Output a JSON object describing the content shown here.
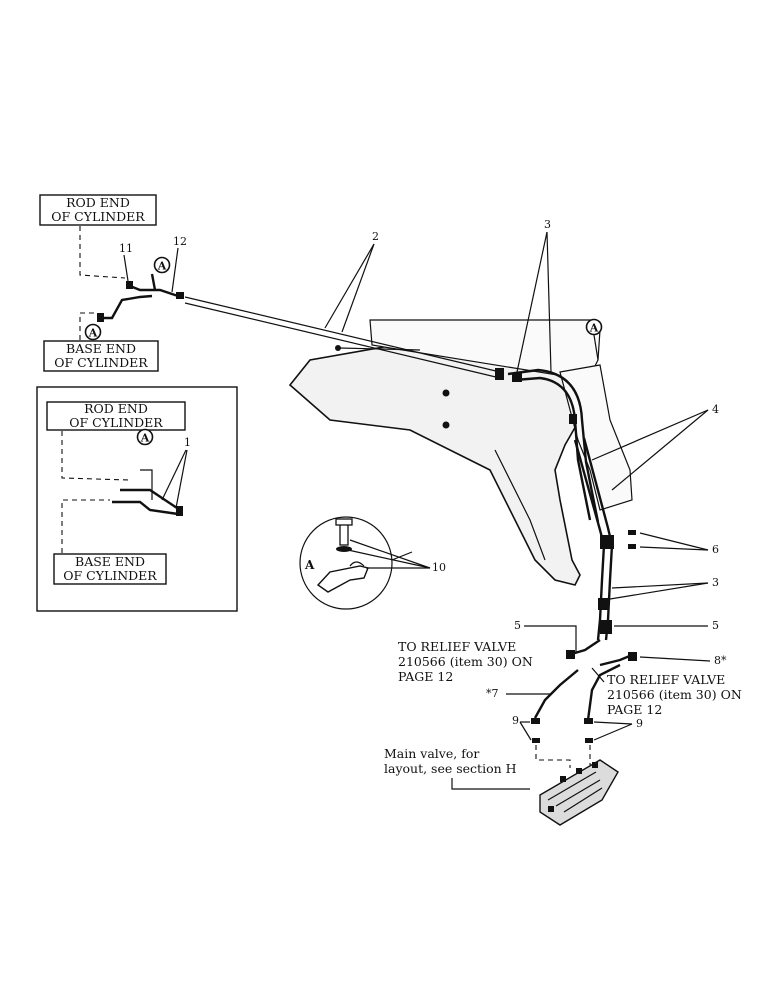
{
  "top_detail": {
    "rod_end_label": [
      "ROD END",
      "OF CYLINDER"
    ],
    "base_end_label": [
      "BASE END",
      "OF CYLINDER"
    ],
    "callouts": [
      "11",
      "12"
    ],
    "marker": "A"
  },
  "inset_detail": {
    "rod_end_label": [
      "ROD END",
      "OF CYLINDER"
    ],
    "base_end_label": [
      "BASE END",
      "OF CYLINDER"
    ],
    "callout": "1",
    "marker": "A"
  },
  "boom": {
    "marker": "A",
    "callouts": {
      "c2": "2",
      "c3_top": "3",
      "c3_mid": "3",
      "c4": "4",
      "c5_left": "5",
      "c5_right": "5",
      "c6": "6",
      "c7": "*7",
      "c8": "8*",
      "c9_left": "9",
      "c9_right": "9"
    }
  },
  "clamp_detail": {
    "marker": "A",
    "callout": "10"
  },
  "notes": {
    "relief_left": [
      "TO RELIEF VALVE",
      "210566 (item 30) ON",
      "PAGE 12"
    ],
    "relief_right": [
      "TO RELIEF VALVE",
      "210566 (item 30) ON",
      "PAGE 12"
    ],
    "main_valve": [
      "Main valve, for",
      "layout, see section H"
    ]
  }
}
